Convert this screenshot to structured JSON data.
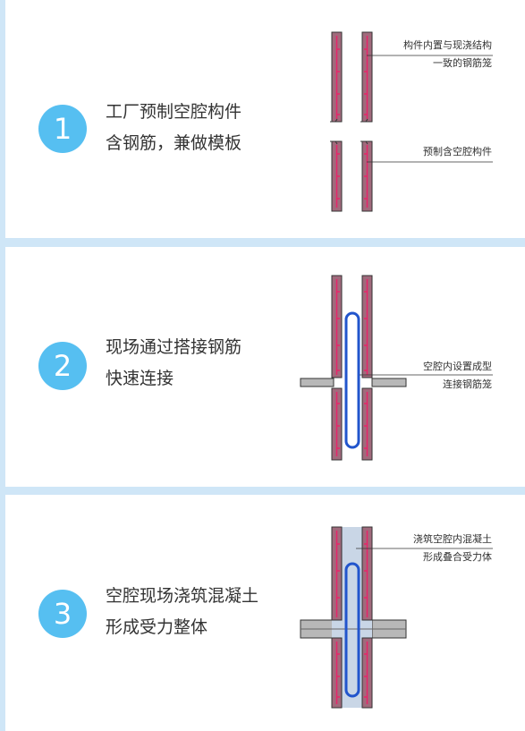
{
  "steps": [
    {
      "number": "1",
      "lines": [
        "工厂预制空腔构件",
        "含钢筋，兼做模板"
      ]
    },
    {
      "number": "2",
      "lines": [
        "现场通过搭接钢筋",
        "快速连接"
      ]
    },
    {
      "number": "3",
      "lines": [
        "空腔现场浇筑混凝土",
        "形成受力整体"
      ]
    }
  ],
  "annotations": {
    "p1_top": [
      "构件内置与现浇结构",
      "一致的钢筋笼"
    ],
    "p1_bottom": [
      "预制含空腔构件"
    ],
    "p2": [
      "空腔内设置成型",
      "连接钢筋笼"
    ],
    "p3": [
      "浇筑空腔内混凝土",
      "形成叠合受力体"
    ]
  },
  "colors": {
    "circle": "#56bff1",
    "background": "#cfe6f7",
    "wall_fill": "#a06a7c",
    "rebar": "#e8246a",
    "loop": "#2255cc",
    "concrete": "#c9d6e6",
    "slab": "#b8b8b8"
  }
}
